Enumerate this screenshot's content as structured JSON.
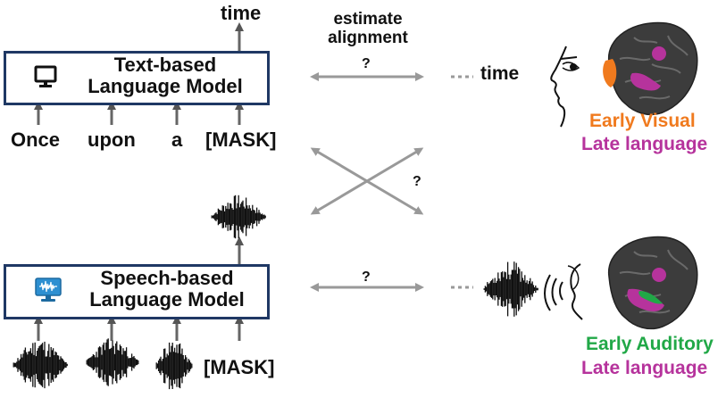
{
  "text_model": {
    "label_line1": "Text-based",
    "label_line2": "Language Model",
    "output": "time",
    "inputs": [
      "Once",
      "upon",
      "a",
      "[MASK]"
    ]
  },
  "speech_model": {
    "label_line1": "Speech-based",
    "label_line2": "Language Model",
    "mask_label": "[MASK]"
  },
  "alignment": {
    "label_line1": "estimate",
    "label_line2": "alignment",
    "question_top": "?",
    "question_cross": "?",
    "question_bottom": "?"
  },
  "brain_text": {
    "time_label": "time",
    "region_1": "Early Visual",
    "region_2": "Late language"
  },
  "brain_speech": {
    "region_1": "Early Auditory",
    "region_2": "Late language"
  },
  "colors": {
    "box_border": "#1f3864",
    "arrow": "#999999",
    "early_visual": "#f07a1e",
    "late_language": "#b6339c",
    "early_auditory": "#21a847",
    "brain": "#3c3c3c"
  },
  "icons": [
    "monitor-icon",
    "speech-monitor-icon",
    "waveform-icon",
    "face-eye-icon",
    "ear-icon",
    "brain-icon"
  ]
}
